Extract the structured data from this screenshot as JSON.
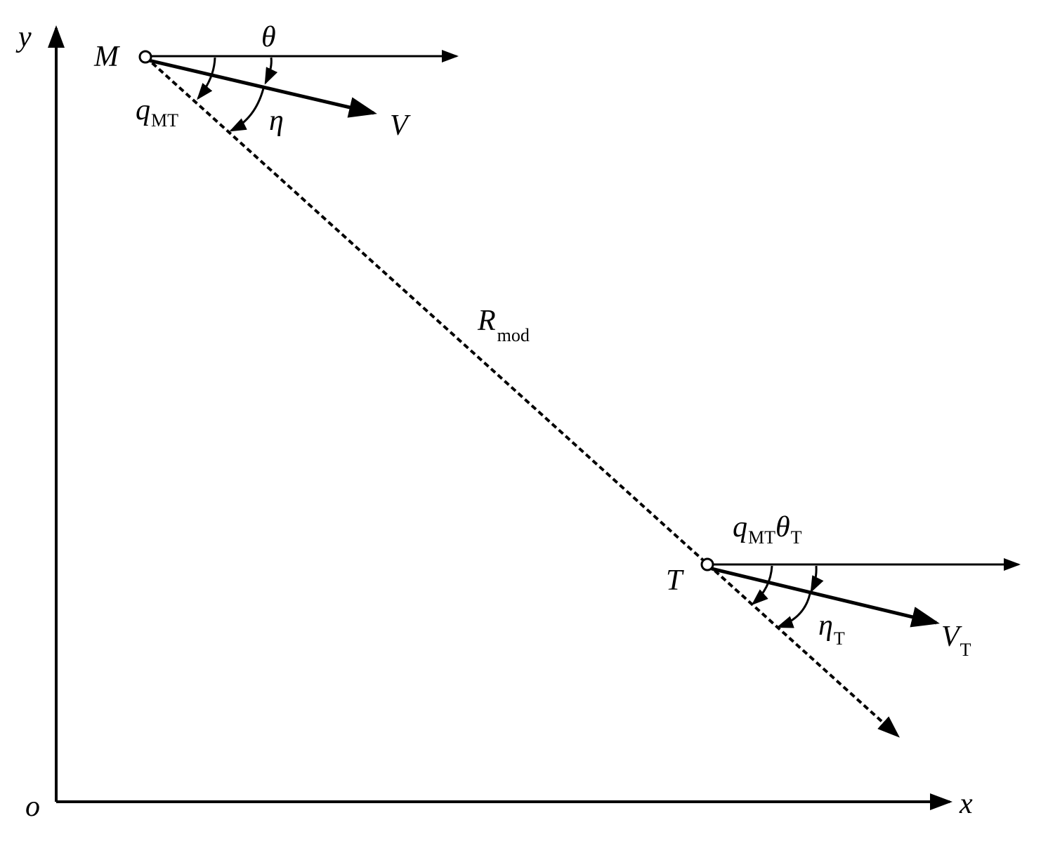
{
  "colors": {
    "ink": "#000000",
    "background": "#ffffff"
  },
  "axes": {
    "x_label": "x",
    "y_label": "y",
    "origin_label": "o"
  },
  "points": {
    "missile": {
      "label": "M"
    },
    "target": {
      "label": "T"
    }
  },
  "labels": {
    "theta": "θ",
    "eta": "η",
    "velocity": "V",
    "q_main": "q",
    "q_sub": "MT",
    "r_main": "R",
    "r_sub": "mod",
    "target_q_main": "q",
    "target_q_sub": "MT",
    "target_theta_main": "θ",
    "target_theta_sub": "T",
    "target_eta_main": "η",
    "target_eta_sub": "T",
    "target_velocity_main": "V",
    "target_velocity_sub": "T"
  }
}
